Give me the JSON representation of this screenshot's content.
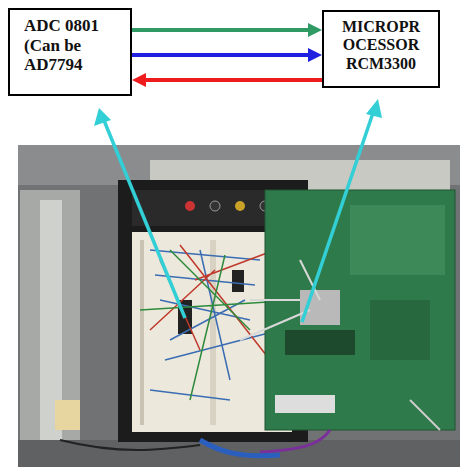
{
  "diagram": {
    "nodes": [
      {
        "text": [
          "ADC 0801 (Can be AD7794"
        ]
      },
      {
        "text": [
          "MICROPR OCESSOR RCM3300"
        ]
      }
    ],
    "edges": [
      {
        "from": 0,
        "to": 1,
        "arrow": "to"
      },
      {
        "from": 0,
        "to": 1,
        "arrow": "to"
      },
      {
        "from": 1,
        "to": 0,
        "arrow": "to"
      }
    ]
  }
}
